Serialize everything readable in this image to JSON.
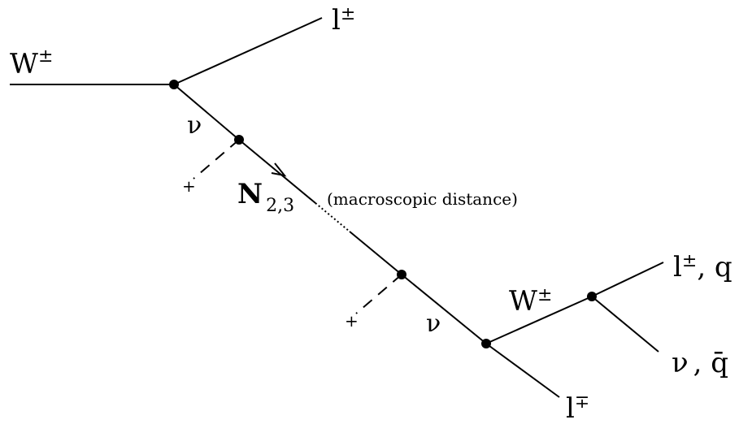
{
  "diagram": {
    "labels": {
      "w_in": "W",
      "w_in_sup": "±",
      "l_top": "l",
      "l_top_sup": "±",
      "nu_1": "ν",
      "n_main": "N",
      "n_sub": "2,3",
      "macro_note": "(macroscopic distance)",
      "nu_2": "ν",
      "w_out": "W",
      "w_out_sup": "±",
      "l_right": "l",
      "l_right_sup": "±",
      "l_right_tail": ", q",
      "nu_right": "ν",
      "nu_right_tail": ", q̄",
      "l_bottom": "l",
      "l_bottom_sup": "∓",
      "cross_1": "+",
      "cross_2": "+"
    }
  }
}
